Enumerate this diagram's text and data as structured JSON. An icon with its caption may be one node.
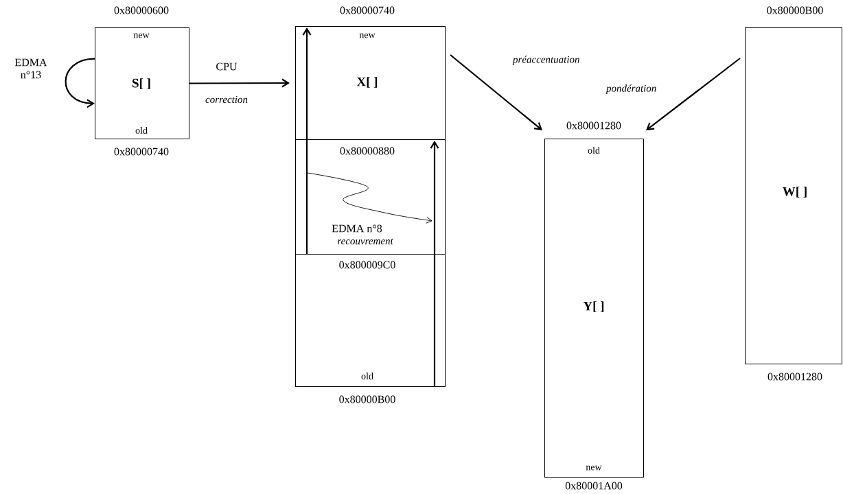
{
  "diagram": {
    "nodes": [
      {
        "text": [
          "0x80000600",
          "new",
          "S[ ]",
          "old",
          "0x80000740"
        ]
      },
      {
        "text": [
          "0x80000740",
          "0x80000B00"
        ]
      },
      {
        "text": [
          "new",
          "X[ ]"
        ],
        "in": 1
      },
      {
        "text": [
          "0x80000880",
          "EDMA n°8",
          "recouvrement"
        ],
        "in": 1
      },
      {
        "text": [
          "0x800009C0",
          "old"
        ],
        "in": 1
      },
      {
        "text": [
          "0x80001280",
          "old",
          "Y[ ]",
          "new",
          "0x80001A00"
        ]
      },
      {
        "text": [
          "0x80000B00",
          "W[ ]",
          "0x80001280"
        ]
      }
    ],
    "edges": [
      {
        "from": 0,
        "to": 0,
        "arrow": "to",
        "label": "EDMA n°13"
      },
      {
        "from": 0,
        "to": 2,
        "arrow": "to",
        "label": "CPU"
      },
      {
        "from": 2,
        "to": 5,
        "arrow": "to",
        "label": "préaccentuation"
      },
      {
        "from": 6,
        "to": 5,
        "arrow": "to",
        "label": "pondération"
      },
      {
        "from": 3,
        "to": 2,
        "arrow": "to"
      },
      {
        "from": 4,
        "to": 3,
        "arrow": "to"
      }
    ],
    "labels": [
      "correction"
    ]
  }
}
